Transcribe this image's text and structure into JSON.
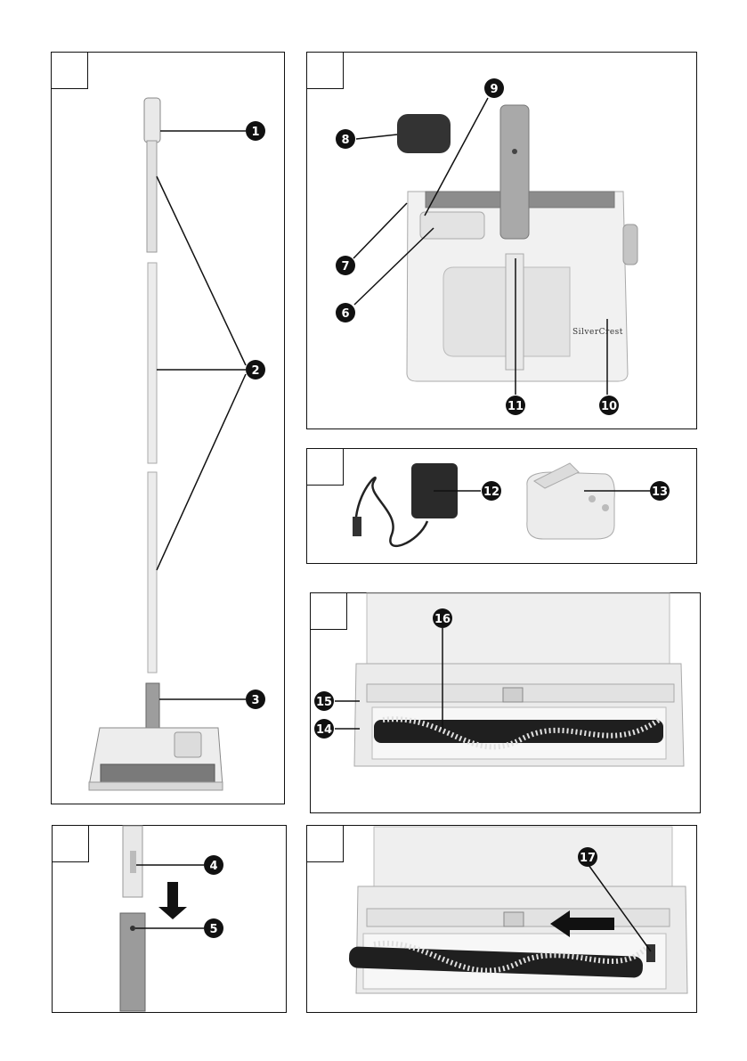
{
  "panels": [
    {
      "id": "A",
      "items": [
        "1",
        "2",
        "3"
      ]
    },
    {
      "id": "B",
      "items": [
        "6",
        "7",
        "8",
        "9",
        "10",
        "11"
      ]
    },
    {
      "id": "C",
      "items": [
        "12",
        "13"
      ]
    },
    {
      "id": "D",
      "items": [
        "14",
        "15",
        "16"
      ]
    },
    {
      "id": "E",
      "items": [
        "4",
        "5"
      ]
    },
    {
      "id": "F",
      "items": [
        "17"
      ]
    }
  ],
  "callouts": {
    "c1": "1",
    "c2": "2",
    "c3": "3",
    "c4": "4",
    "c5": "5",
    "c6": "6",
    "c7": "7",
    "c8": "8",
    "c9": "9",
    "c10": "10",
    "c11": "11",
    "c12": "12",
    "c13": "13",
    "c14": "14",
    "c15": "15",
    "c16": "16",
    "c17": "17"
  },
  "brand_text": "SilverCrest",
  "colors": {
    "line": "#111111",
    "device": "#e6e6e6",
    "device_dark": "#9a9a9a",
    "callout": "#111111"
  }
}
